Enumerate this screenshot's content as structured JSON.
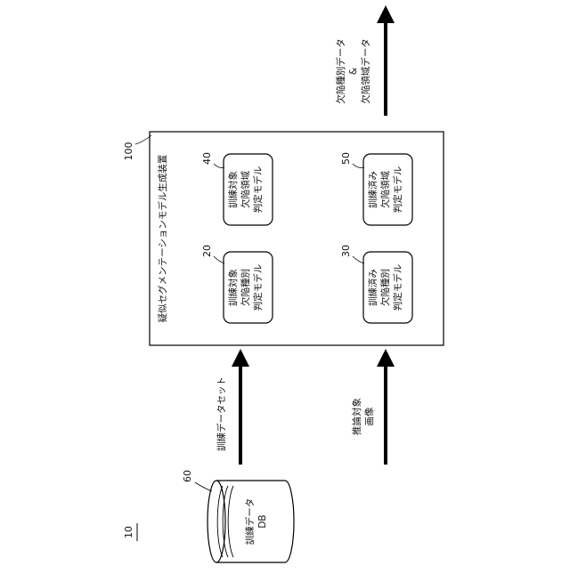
{
  "figure_ref": "10",
  "device": {
    "ref": "100",
    "title": "疑似セグメンテーションモデル生成装置",
    "models": [
      {
        "ref": "40",
        "lines": [
          "訓練対象",
          "欠陥領域",
          "判定モデル"
        ]
      },
      {
        "ref": "20",
        "lines": [
          "訓練対象",
          "欠陥種別",
          "判定モデル"
        ]
      },
      {
        "ref": "50",
        "lines": [
          "訓練済み",
          "欠陥領域",
          "判定モデル"
        ]
      },
      {
        "ref": "30",
        "lines": [
          "訓練済み",
          "欠陥種別",
          "判定モデル"
        ]
      }
    ]
  },
  "database": {
    "ref": "60",
    "lines": [
      "訓練データ",
      "DB"
    ]
  },
  "flows": {
    "training_input": [
      "訓練データセット"
    ],
    "inference_input": [
      "推論対象",
      "画像"
    ],
    "output": [
      "欠陥種別データ",
      "&",
      "欠陥領域データ"
    ]
  }
}
